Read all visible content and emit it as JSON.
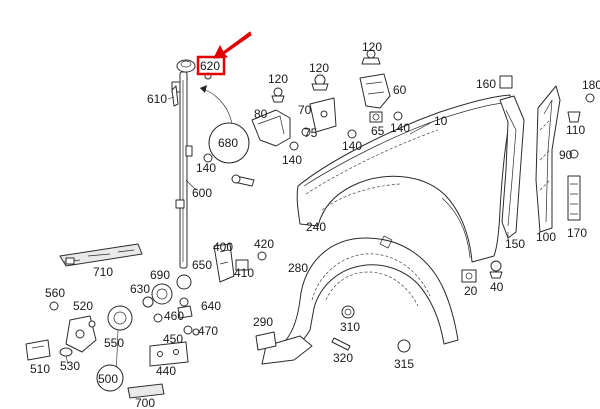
{
  "highlight": {
    "part": "620",
    "color": "#e00000"
  },
  "labels": {
    "l120a": "120",
    "l620": "620",
    "l610": "610",
    "l120b": "120",
    "l120c": "120",
    "l160": "160",
    "l180": "180",
    "l60": "60",
    "l80": "80",
    "l70": "70",
    "l140a": "140",
    "l75": "75",
    "l65": "65",
    "l140b": "140",
    "l140c": "140",
    "l10": "10",
    "l110": "110",
    "l680": "680",
    "l140d": "140",
    "l90": "90",
    "l600": "600",
    "l170": "170",
    "l240": "240",
    "l150": "150",
    "l100": "100",
    "l400": "400",
    "l420": "420",
    "l650": "650",
    "l410": "410",
    "l710": "710",
    "l690": "690",
    "l280": "280",
    "l630": "630",
    "l560": "560",
    "l520": "520",
    "l640": "640",
    "l20": "20",
    "l40": "40",
    "l460": "460",
    "l290": "290",
    "l310": "310",
    "l470": "470",
    "l550": "550",
    "l450": "450",
    "l320": "320",
    "l510": "510",
    "l530": "530",
    "l440": "440",
    "l315": "315",
    "l500": "500",
    "l700": "700"
  }
}
